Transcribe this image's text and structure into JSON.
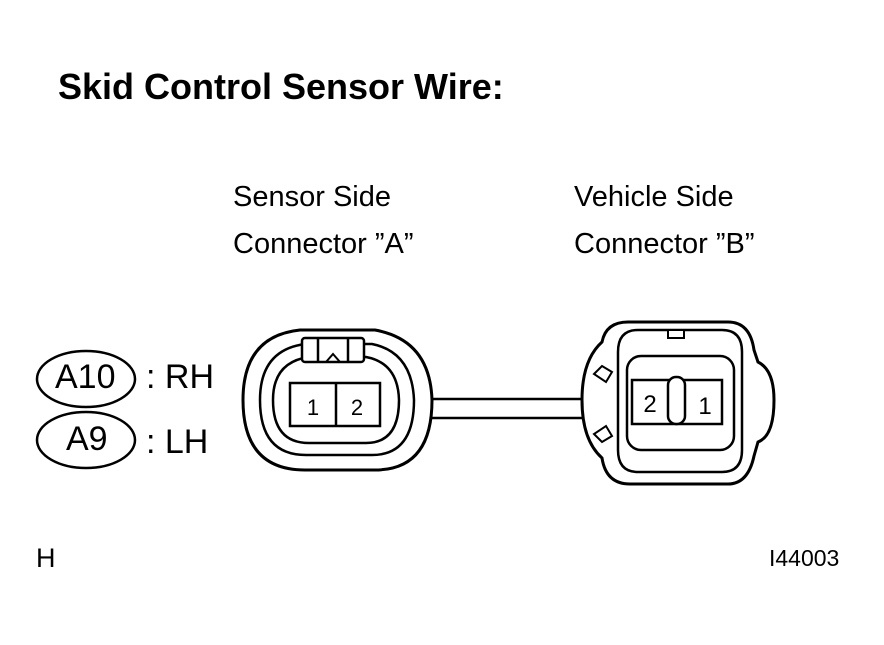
{
  "title": "Skid Control Sensor Wire:",
  "connector_a": {
    "line1": "Sensor Side",
    "line2": "Connector ”A”",
    "pins": [
      "1",
      "2"
    ]
  },
  "connector_b": {
    "line1": "Vehicle Side",
    "line2": "Connector ”B”",
    "pins": [
      "2",
      "1"
    ]
  },
  "codes": [
    {
      "code": "A10",
      "side": ": RH"
    },
    {
      "code": "A9",
      "side": ": LH"
    }
  ],
  "corner_left": "H",
  "figure_id": "I44003"
}
